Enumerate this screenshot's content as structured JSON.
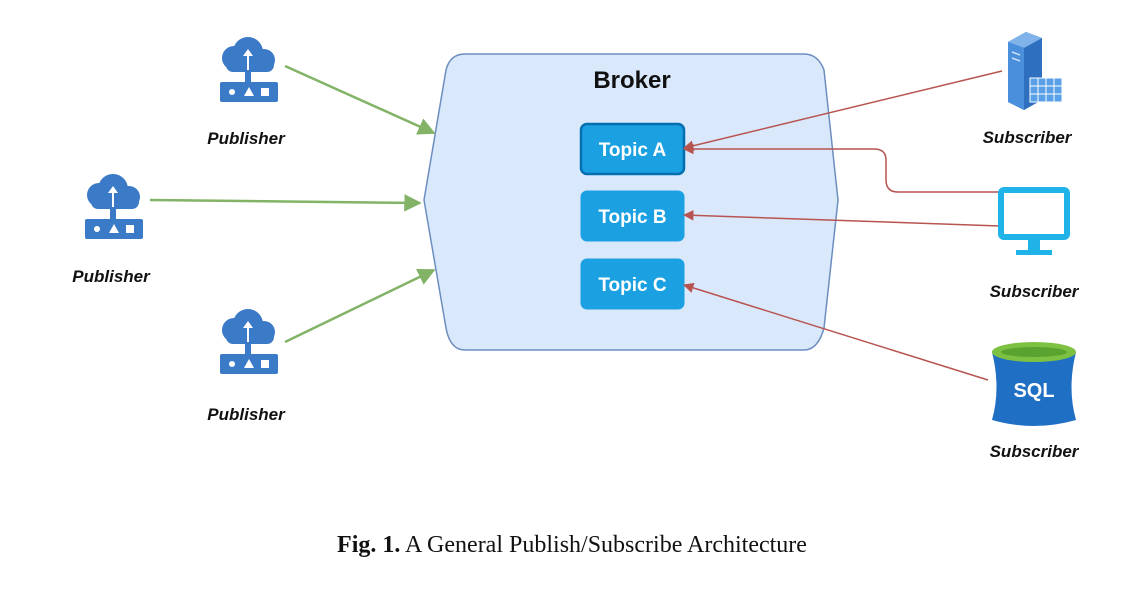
{
  "broker": {
    "title": "Broker"
  },
  "topics": [
    "Topic A",
    "Topic B",
    "Topic C"
  ],
  "publishers": [
    "Publisher",
    "Publisher",
    "Publisher"
  ],
  "subscribers": [
    {
      "label": "Subscriber",
      "icon": "server-database-icon"
    },
    {
      "label": "Subscriber",
      "icon": "monitor-icon"
    },
    {
      "label": "Subscriber",
      "icon": "sql-database-icon",
      "icon_text": "SQL"
    }
  ],
  "caption": {
    "prefix": "Fig. 1.",
    "text": "A General Publish/Subscribe Architecture"
  },
  "colors": {
    "broker_fill": "#dae8fc",
    "broker_stroke": "#6c8ebf",
    "topic_fill": "#1ba1e2",
    "topic_stroke": "#006eaf",
    "publish_arrow": "#82b366",
    "subscribe_arrow": "#b85450",
    "icon_blue": "#3a7ac6"
  }
}
